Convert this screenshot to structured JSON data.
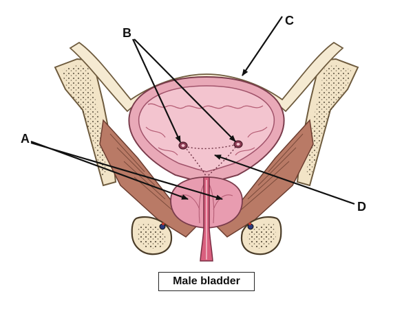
{
  "labels": {
    "a": "A",
    "b": "B",
    "c": "C",
    "d": "D"
  },
  "caption": "Male bladder",
  "colors": {
    "bone": "#f2e4c7",
    "bone_edge": "#6e5b3e",
    "muscle": "#b97a66",
    "bladder_wall": "#e9a9b8",
    "bladder_lumen": "#f3c4cf",
    "prostate": "#e89cb0",
    "urethra": "#d9607f",
    "arrow": "#111111"
  }
}
